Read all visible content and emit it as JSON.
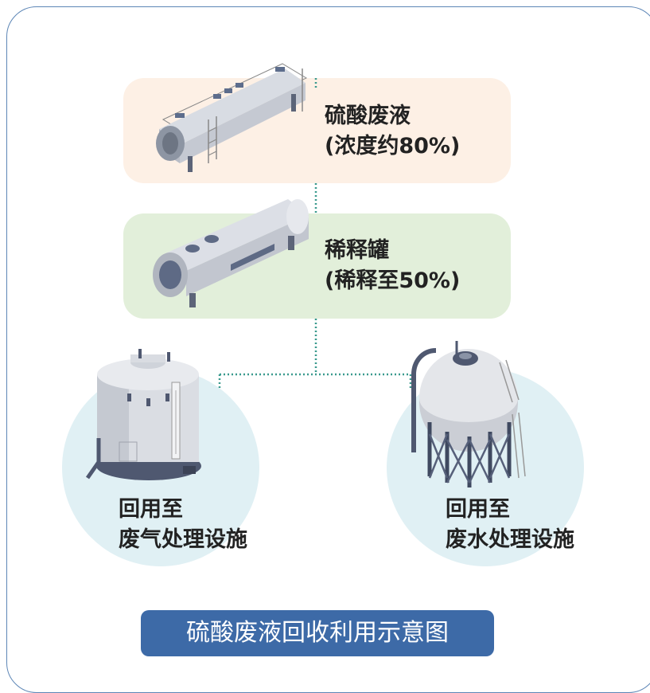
{
  "nodes": {
    "waste": {
      "line1": "硫酸废液",
      "line2": "(浓度约80%)"
    },
    "dilution": {
      "line1": "稀释罐",
      "line2": "(稀释至50%)"
    },
    "gas": {
      "line1": "回用至",
      "line2": "废气处理设施"
    },
    "water": {
      "line1": "回用至",
      "line2": "废水处理设施"
    }
  },
  "footer": {
    "title": "硫酸废液回收利用示意图"
  },
  "colors": {
    "frame": "#5d86b6",
    "waste_bg": "#fdf0e5",
    "dilution_bg": "#e2efda",
    "circle_bg": "#e0f0f4",
    "connector": "#3a9a8e",
    "title_bg": "#3d6aa7"
  },
  "icons": [
    "horizontal-tank-with-ladder-icon",
    "horizontal-tank-icon",
    "vertical-storage-tank-icon",
    "spherical-tank-icon"
  ]
}
